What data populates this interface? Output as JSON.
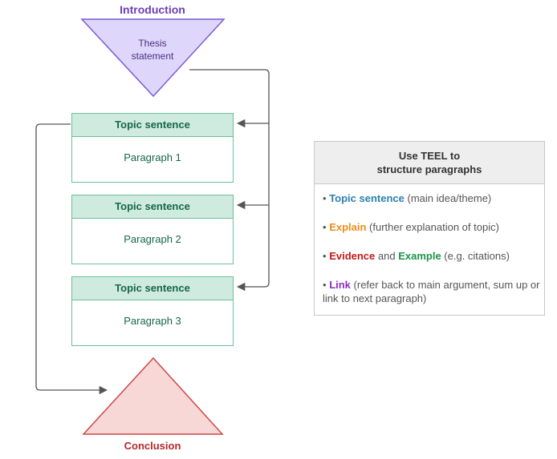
{
  "colors": {
    "intro_fill": "#ded7fb",
    "intro_stroke": "#7a5ad6",
    "conclusion_fill": "#f8d7d7",
    "conclusion_stroke": "#c94a4a",
    "paragraph_border": "#6abf9c",
    "topic_fill": "#cfeadf",
    "arrow": "#555555"
  },
  "introduction": {
    "title": "Introduction",
    "thesis_line1": "Thesis",
    "thesis_line2": "statement"
  },
  "paragraphs": [
    {
      "topic": "Topic sentence",
      "label": "Paragraph 1"
    },
    {
      "topic": "Topic sentence",
      "label": "Paragraph 2"
    },
    {
      "topic": "Topic sentence",
      "label": "Paragraph 3"
    }
  ],
  "conclusion": {
    "title": "Conclusion"
  },
  "teel": {
    "heading_line1": "Use TEEL to",
    "heading_line2": "structure paragraphs",
    "bullet": "•",
    "items": [
      {
        "key": "Topic sentence",
        "rest": " (main idea/theme)"
      },
      {
        "key": "Explain",
        "rest": " (further explanation of topic)"
      },
      {
        "key": "Evidence",
        "mid": " and ",
        "key2": "Example",
        "rest": " (e.g. citations)"
      },
      {
        "key": "Link",
        "rest": " (refer back to main argument, sum up or link to next paragraph)"
      }
    ]
  }
}
